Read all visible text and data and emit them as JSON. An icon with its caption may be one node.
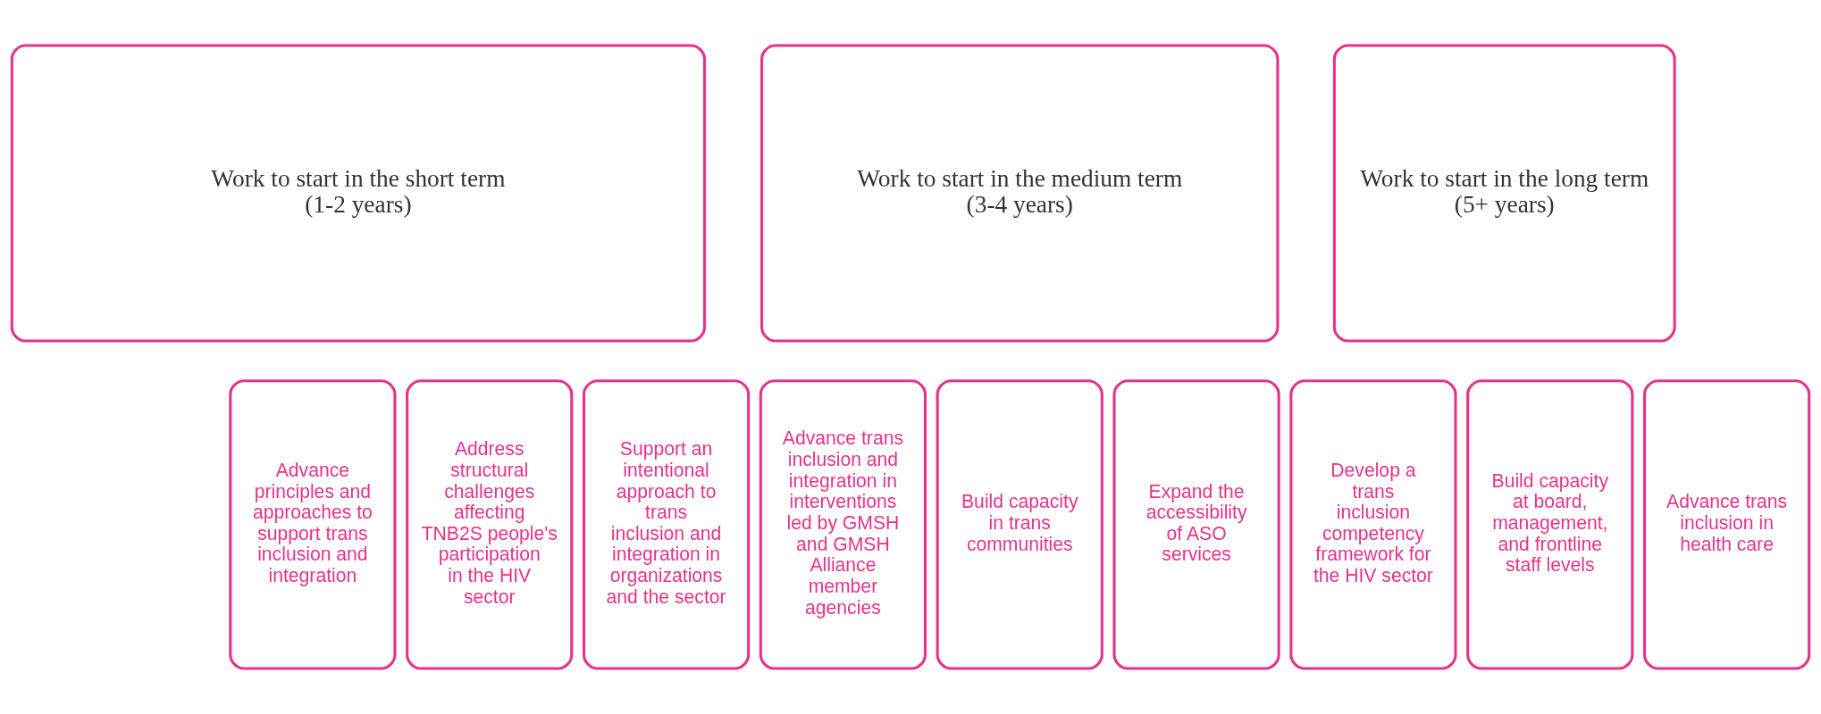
{
  "diagram": {
    "nodes": [
      {
        "text": [
          "Work to start in the short term (1-2 years)"
        ]
      },
      {
        "text": [
          "Work to start in the medium term (3-4 years)"
        ]
      },
      {
        "text": [
          "Work to start in the long term (5+ years)"
        ]
      },
      {
        "text": [
          "Advance principles and approaches to support trans inclusion and integration"
        ]
      },
      {
        "text": [
          "Address structural challenges affecting TNB2S people's participation in the HIV sector"
        ]
      },
      {
        "text": [
          "Support an intentional approach to trans inclusion and integration in organizations and the sector"
        ]
      },
      {
        "text": [
          "Advance trans inclusion and integration in interventions led by GMSH and GMSH Alliance member agencies"
        ]
      },
      {
        "text": [
          "Build capacity in trans communities"
        ]
      },
      {
        "text": [
          "Expand the accessibility of ASO services"
        ]
      },
      {
        "text": [
          "Develop a trans inclusion competency framework for the HIV sector"
        ]
      },
      {
        "text": [
          "Build capacity at board, management, and frontline staff levels"
        ]
      },
      {
        "text": [
          "Advance trans inclusion in health care"
        ]
      }
    ],
    "edges": []
  }
}
